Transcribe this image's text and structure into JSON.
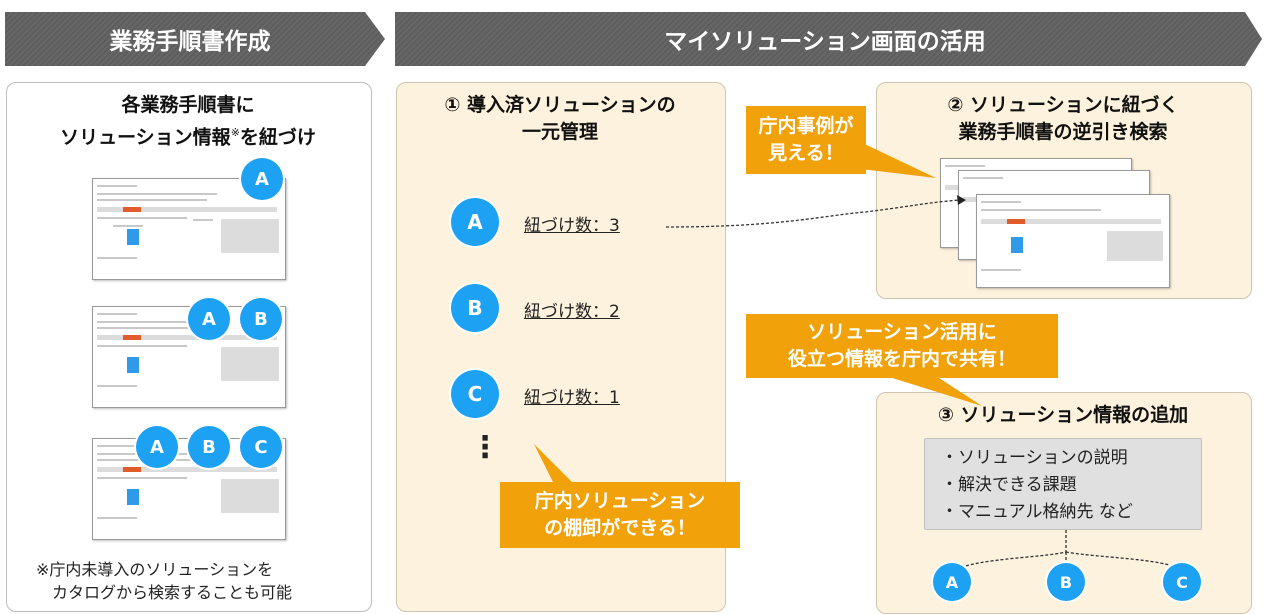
{
  "banners": {
    "left": "業務手順書作成",
    "right": "マイソリューション画面の活用"
  },
  "left_panel": {
    "title_line1": "各業務手順書に",
    "title_line2_pre": "ソリューション情報",
    "title_line2_mark": "※",
    "title_line2_post": "を紐づけ",
    "shot1_badges": [
      "A"
    ],
    "shot2_badges": [
      "A",
      "B"
    ],
    "shot3_badges": [
      "A",
      "B",
      "C"
    ],
    "note_line1": "※庁内未導入のソリューションを",
    "note_line2": "カタログから検索することも可能"
  },
  "panel1": {
    "title_line1": "① 導入済ソリューションの",
    "title_line2": "一元管理",
    "items": [
      {
        "badge": "A",
        "label": "紐づけ数：3"
      },
      {
        "badge": "B",
        "label": "紐づけ数：2"
      },
      {
        "badge": "C",
        "label": "紐づけ数：1"
      }
    ],
    "ellipsis": "⋮",
    "callout_line1": "庁内ソリューション",
    "callout_line2": "の棚卸ができる！"
  },
  "panel2": {
    "title_line1": "② ソリューションに紐づく",
    "title_line2": "業務手順書の逆引き検索",
    "callout_line1": "庁内事例が",
    "callout_line2": "見える！"
  },
  "panel3": {
    "callout_line1": "ソリューション活用に",
    "callout_line2": "役立つ情報を庁内で共有！",
    "title": "③ ソリューション情報の追加",
    "info": [
      "・ソリューションの説明",
      "・解決できる課題",
      "・マニュアル格納先 など"
    ],
    "badges": [
      "A",
      "B",
      "C"
    ]
  },
  "colors": {
    "banner": "#5e5e5e",
    "panel_bg": "#fdf2dd",
    "accent_orange": "#f1a10a",
    "badge_blue": "#1da1f2"
  }
}
